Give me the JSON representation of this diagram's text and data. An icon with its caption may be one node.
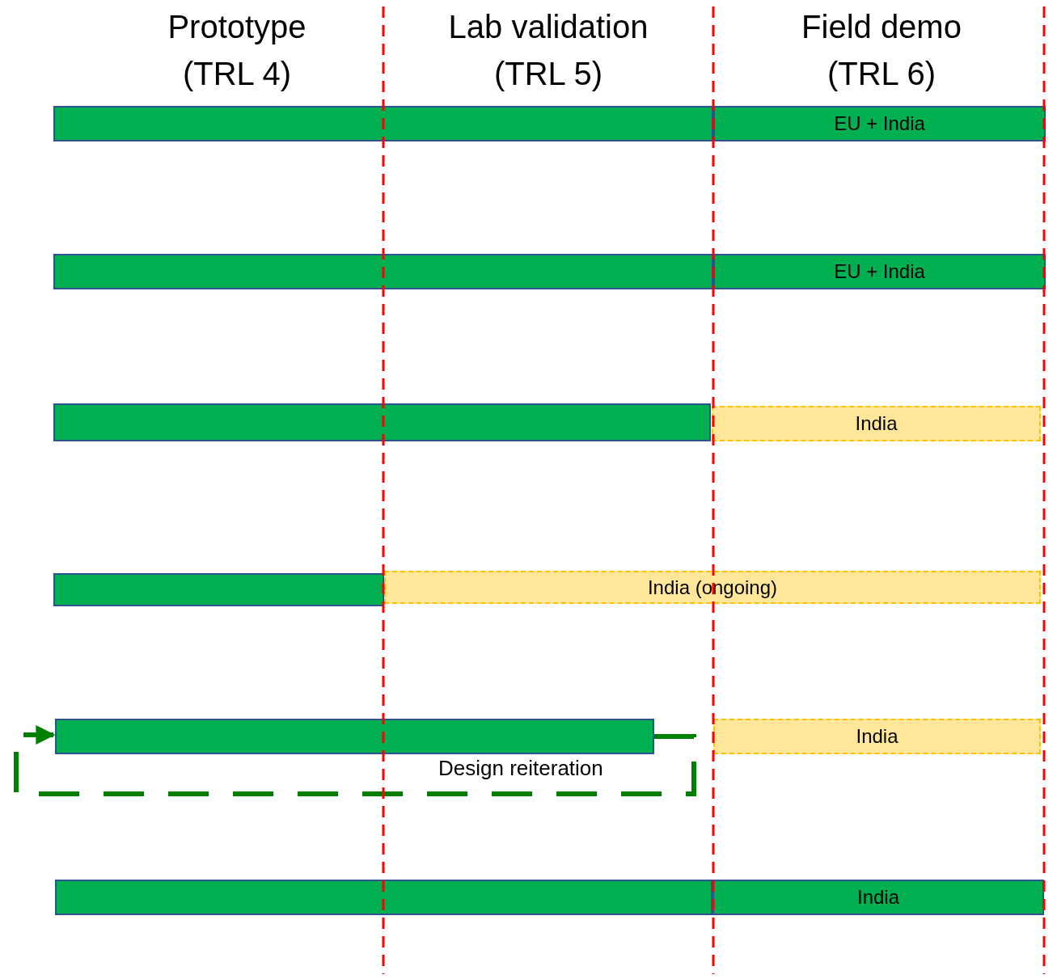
{
  "diagram": {
    "nodes": [
      {
        "text": [],
        "shape": "bar"
      },
      {
        "text": [
          "EU + India"
        ]
      },
      {
        "text": [],
        "shape": "bar"
      },
      {
        "text": [
          "EU + India"
        ]
      },
      {
        "text": [],
        "shape": "bar"
      },
      {
        "text": [
          "India"
        ]
      },
      {
        "text": [],
        "shape": "bar"
      },
      {
        "text": [
          "India (ongoing)"
        ]
      },
      {
        "text": [],
        "shape": "bar"
      },
      {
        "text": [
          "India"
        ]
      },
      {
        "text": [],
        "shape": "bar"
      },
      {
        "text": [
          "India"
        ]
      }
    ],
    "edges": [
      {
        "from": 8,
        "to": 8,
        "arrow": "to",
        "label": "Design reiteration",
        "style": "dashed",
        "color": "#008000"
      }
    ],
    "labels": [
      "Prototype (TRL 4)",
      "Lab validation (TRL 5)",
      "Field demo (TRL 6)"
    ]
  }
}
